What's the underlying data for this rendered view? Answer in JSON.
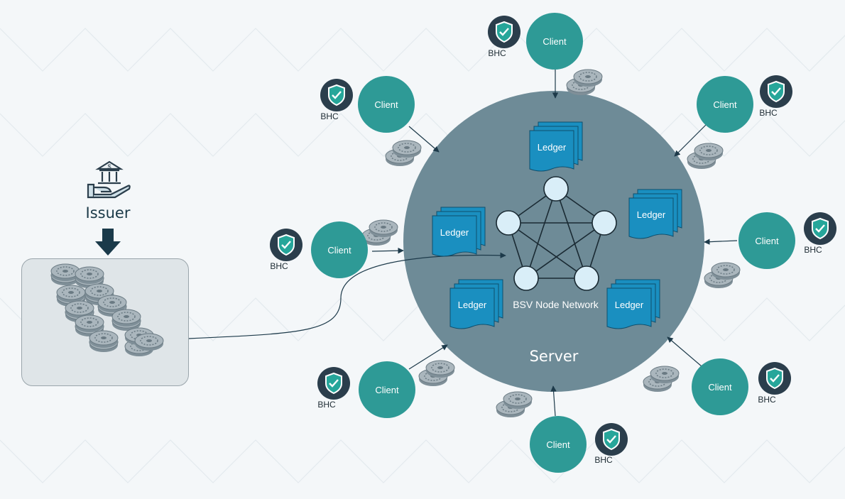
{
  "issuer": {
    "label": "Issuer",
    "icon": "bank-hand-icon"
  },
  "server": {
    "label": "Server",
    "network_label": "BSV Node Network"
  },
  "ledger_label": "Ledger",
  "client_label": "Client",
  "badge_label": "BHC",
  "colors": {
    "background": "#f4f7f9",
    "server": "#6e8b97",
    "client": "#2e9a96",
    "ledger": "#1a8fc0",
    "shield": "#2b3e4c",
    "node": "#d9eef8",
    "arrow": "#1d3a4a"
  }
}
